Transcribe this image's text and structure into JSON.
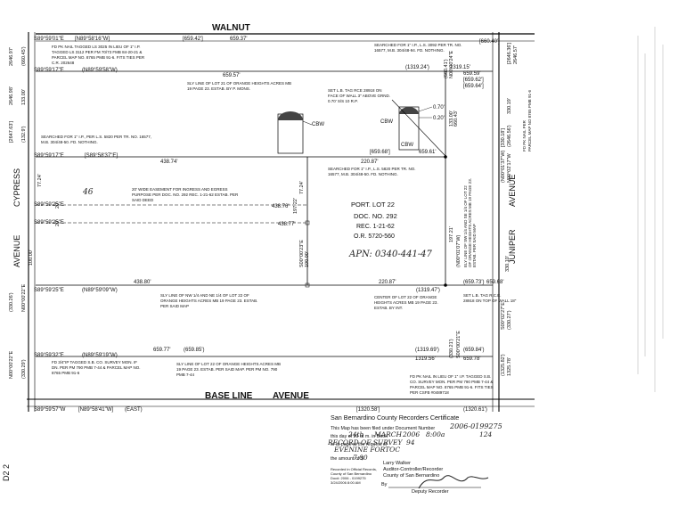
{
  "map": {
    "streets": {
      "top": "WALNUT",
      "left1": "CYPRESS",
      "left2": "AVENUE",
      "right1": "AVENUE",
      "right2": "JUNIPER",
      "bottom1": "BASE LINE",
      "bottom2": "AVENUE"
    },
    "margin_note": "D2 2",
    "bearings": {
      "tl1": "S89°59'01\"E",
      "tl1b": "[N89°58'16\"W]",
      "l1a": "S89°59'17\"E",
      "l1b": "(N89°59'58\"W)",
      "l2a": "S89°59'17\"E",
      "l2b": "[S89°58'37\"E]",
      "l3": "S89°59'25\"E",
      "l4": "S89°59'25\"E",
      "l5a": "S89°59'25\"E",
      "l5b": "(N89°59'09\"W)",
      "l6a": "S89°59'32\"E",
      "l6b": "(N89°59'19\"W)",
      "bottom1": "S89°59'57\"W",
      "bottom2": "[N89°58'41\"W]",
      "bottom3": "(EAST)"
    },
    "dims": {
      "top1": "[659.42']",
      "top2": "659.37'",
      "top3": "[660.40']",
      "d1": "659.57'",
      "d1b": "(1319.24')",
      "d1c": "1319.15'",
      "d1d": "659.59'",
      "d1e": "[659.62']",
      "d1f": "[659.64']",
      "d2": "438.74'",
      "d2b": "[659.68']",
      "d2c": "659.61'",
      "d2d": "220.87'",
      "d070": "0.70'",
      "d020": "0.20'",
      "de1": "438.76'",
      "de2": "438.77'",
      "d3": "438.80'",
      "d3b": "220.87'",
      "d3c": "(1319.47')",
      "d3d": "(659.73')",
      "d3e": "659.68'",
      "d4": "659.77'",
      "d4b": "(659.85')",
      "d4c": "(1319.69')",
      "d4d": "1319.56'",
      "d4e": "(659.84')",
      "d4f": "659.78'",
      "bottom1": "[1320.58']",
      "bottom2": "(1320.61')",
      "left1": "2646.98'",
      "left2": "[2647.63']",
      "left3": "133.00'",
      "left4": "(132.9')",
      "left5": "2646.97'",
      "left6": "(660.45')",
      "left7": "100.00'",
      "left8": "(330.26')",
      "left9": "N00°00'22\"E",
      "left10": "N00°00'22\"E",
      "left11": "(330.29')",
      "left20": "20'",
      "left20b": "20'",
      "left77": "77.24'",
      "right1": "[2646.36']",
      "right2": "2646.57'",
      "right3": "330.19'",
      "right4": "[330.18']",
      "right5": "(2646.56')",
      "right6": "(N00°01'37\"W)",
      "right7": "N00°02'17\"W",
      "right8": "330.10'",
      "right9": "S00°02'27\"E",
      "right10": "(330.27')",
      "right11": "(1325.82')",
      "right12": "1325.78'",
      "lot_right1": "(660.41')",
      "lot_right2": "N00°00'24\"E",
      "lot_right3": "133.00'",
      "lot_right4": "660.43'",
      "lot_right5": "197.21'",
      "lot_right6": "(N00°01'07\"W)",
      "lot_right7": "(330.21')",
      "lot_right8": "S00°00'21\"E",
      "lw1": "77.24'",
      "lw2": "197.22'",
      "lw3": "S00°00'23\"E",
      "lw4": "100.00'"
    },
    "labels": {
      "cbw1": "CBW",
      "cbw2": "CBW",
      "cbw3": "CBW"
    },
    "notes": {
      "fdpk1": "FD PK NAIL TAGGED LS 3025 IN LIEU OF 1\" I.P.",
      "fdpk2": "TAGGED LS 3112 PER FM 70/73 FMB 84-20-21 &",
      "fdpk3": "PARCEL MAP NO. 8765 PMB 91-6. FITS TIES PER",
      "fdpk4": "C.R. 202648",
      "st1": "SEARCHED FOR 1\" I.P., L.S. 3092 PER TR. NO.",
      "st2": "16577, M.B. 304/48-94. FD. NOTHING.",
      "st3": "",
      "s21a": "SLY LINE OF LOT 21 OF ORANGE HEIGHTS ACRES MB",
      "s21b": "19 PAGE 23. ESTAB. BY P. MONS.",
      "set1": "SET L.B. TAG RCE 28918 ON",
      "set2": "FACE OF WALL 3\" ABOVE GRND.",
      "set3": "0.70' S/S 10 R.P.",
      "sm1": "SEARCHED FOR 1\" I.P., PER L.S. 5820 PER TR. NO. 16577,",
      "sm2": "M.B. 304/48-50. FD. NOTHING.",
      "sm3": "",
      "sl1": "SEARCHED FOR 1\" I.P., L.S. 5820 PER TR. NO.",
      "sl2": "16577, M.B. 304/48-50. FD. NOTHING.",
      "sl3": "",
      "e1": "20' WIDE EASEMENT FOR INGRESS AND EGRESS",
      "e2": "PURPOSE PER DOC. NO. 292 REC. 1-21-62 ESTAB. PER",
      "e3": "SAID DEED",
      "s1a": "SLY LINE OF NW 1/4 AND NE 1/4 OF LOT 22 OF",
      "s1b": "ORANGE HEIGHTS ACRES MB 19 PAGE 23. ESTAB.",
      "s1c": "PER SAID MAP",
      "c1": "CENTER OF LOT 22 OF ORANGE",
      "c2": "HEIGHTS ACRES MB 19 PAGE 23.",
      "c3": "ESTAB. BY INT.",
      "slb1": "SET L.B. TAG R.C.E.",
      "slb2": "28918 ON TOP OF WALL 18\"",
      "s22a": "SLY LINE OF LOT 22 OF ORANGE HEIGHTS ACRES MB",
      "s22b": "19 PAGE 23. ESTAB. PER SAID MAP. PER PM NO. 790",
      "s22c": "PMB 7-44",
      "bl1": "FD 3/4\"IP TAGGED S.B. CO. SURVEY MON. IF",
      "bl2": "DN. PER PM 790 PMB 7-44 & PARCEL MAP NO.",
      "bl3": "8765 PMB 91-6",
      "bl4": "",
      "br1": "FD PK NAIL IN LIEU OF 1\" I.P. TAGGED S.B.",
      "br2": "CO. SURVEY MON. PER PM 790 PMB 7-44 &",
      "br3": "PARCEL MAP NO. 8765 PMB 91-6. FITS TIES",
      "br4": "PER CSFB #0489718",
      "right_pk": "FD PK NAIL PER",
      "right_pk2": "PARCEL MAP NO 8765 PMB 91-6",
      "lot_right1": "ELY LINE OF SW 1/4 AND SE 1/4 OF LOT 22",
      "lot_right2": "OF ORANGE HEIGHTS ACRES MB 19 PAGE 23.",
      "lot_right3": "ESTAB. PER SAID MAP"
    },
    "lot": {
      "name": "PORT. LOT 22",
      "doc": "DOC. NO. 292",
      "rec": "REC. 1-21-62",
      "or": "O.R. 5720-560"
    },
    "handwriting": {
      "n46": "46",
      "apn": "APN: 0340-441-47"
    }
  },
  "cert": {
    "title": "San Bernardino County Recorders Certificate",
    "line1": "This Map has been filed under Document Number",
    "line2": "this      day of              20    at       m. in Book",
    "line3": "of                         at page        at the request of",
    "line4": "",
    "line5": "the amount of $",
    "stamp1": "Recorded in Official Records,",
    "stamp2": "County of San Bernardino",
    "stamp3": "Doc#: 2006 - 0199275",
    "stamp4": "3/24/2006     8:00 AM",
    "recorder_name": "Larry Walker",
    "recorder_title": "Auditor-Controller/Recorder",
    "county": "County of San Bernardino",
    "by": "By",
    "deputy": "Deputy Recorder",
    "hw": {
      "doc_number": "2006-0199275",
      "day": "24th",
      "month": "MARCH",
      "year": "2006",
      "time": "8:00a",
      "book": "124",
      "of": "RECORD OF SURVEY",
      "page": "94",
      "request": "EVENINE FORTOC",
      "amount": "7.00"
    }
  }
}
